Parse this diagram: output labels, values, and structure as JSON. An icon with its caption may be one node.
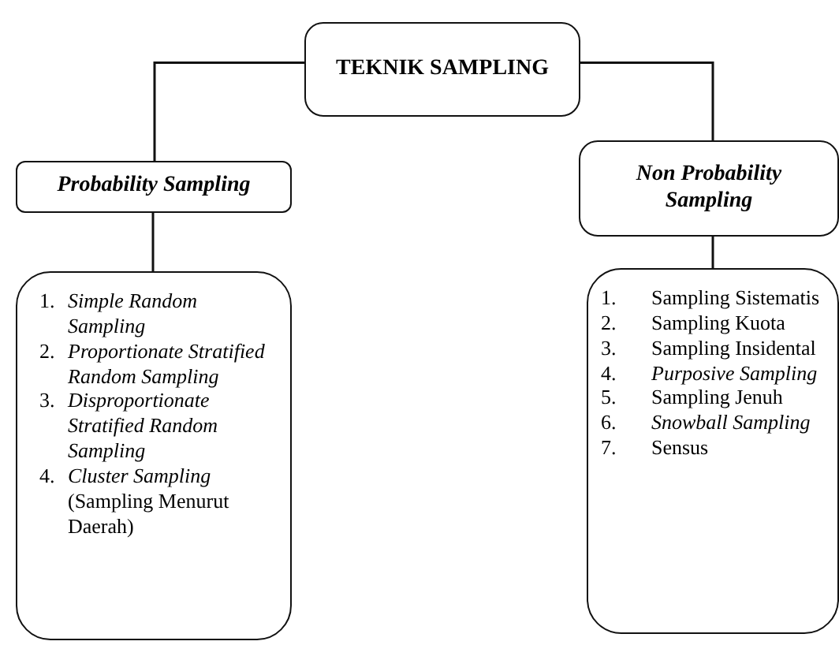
{
  "diagram": {
    "nodes": [
      {
        "text": [
          "TEKNIK SAMPLING"
        ]
      },
      {
        "text": [
          "Probability Sampling"
        ]
      },
      {
        "text": [
          "Non Probability Sampling"
        ]
      },
      {
        "text": [
          "1. *Simple Random Sampling*",
          "2. *Proportionate Stratified Random Sampling*",
          "3. *Disproportionate Stratified Random Sampling*",
          "4. *Cluster Sampling* (Sampling Menurut Daerah)"
        ]
      },
      {
        "text": [
          "1. Sampling Sistematis",
          "2. Sampling Kuota",
          "3. Sampling Insidental",
          "4. *Purposive Sampling*",
          "5. Sampling Jenuh",
          "6. *Snowball Sampling*",
          "7. Sensus"
        ]
      }
    ],
    "edges": [
      {
        "from": 0,
        "to": 1,
        "arrow": "none"
      },
      {
        "from": 0,
        "to": 2,
        "arrow": "none"
      },
      {
        "from": 1,
        "to": 3,
        "arrow": "none"
      },
      {
        "from": 2,
        "to": 4,
        "arrow": "none"
      }
    ]
  }
}
